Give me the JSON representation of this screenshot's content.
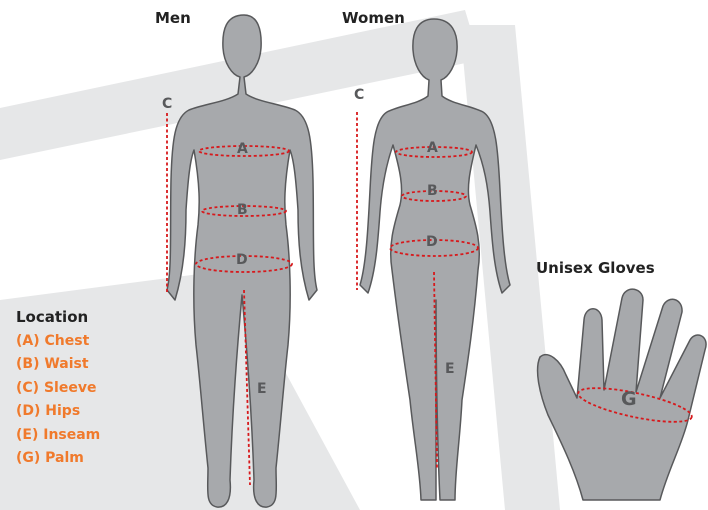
{
  "titles": {
    "men": "Men",
    "women": "Women",
    "gloves": "Unisex Gloves"
  },
  "markers": {
    "a": "A",
    "b": "B",
    "c": "C",
    "d": "D",
    "e": "E",
    "g": "G"
  },
  "legend": {
    "heading": "Location",
    "items": [
      "(A) Chest",
      "(B) Waist",
      "(C) Sleeve",
      "(D) Hips",
      "(E) Inseam",
      "(G) Palm"
    ]
  },
  "colors": {
    "background_band": "#e6e7e8",
    "silhouette": "#a7a9ac",
    "silhouette_outline": "#58595b",
    "measure_line": "#d7191c",
    "marker_text": "#58595b",
    "legend_text": "#f07a2c"
  }
}
